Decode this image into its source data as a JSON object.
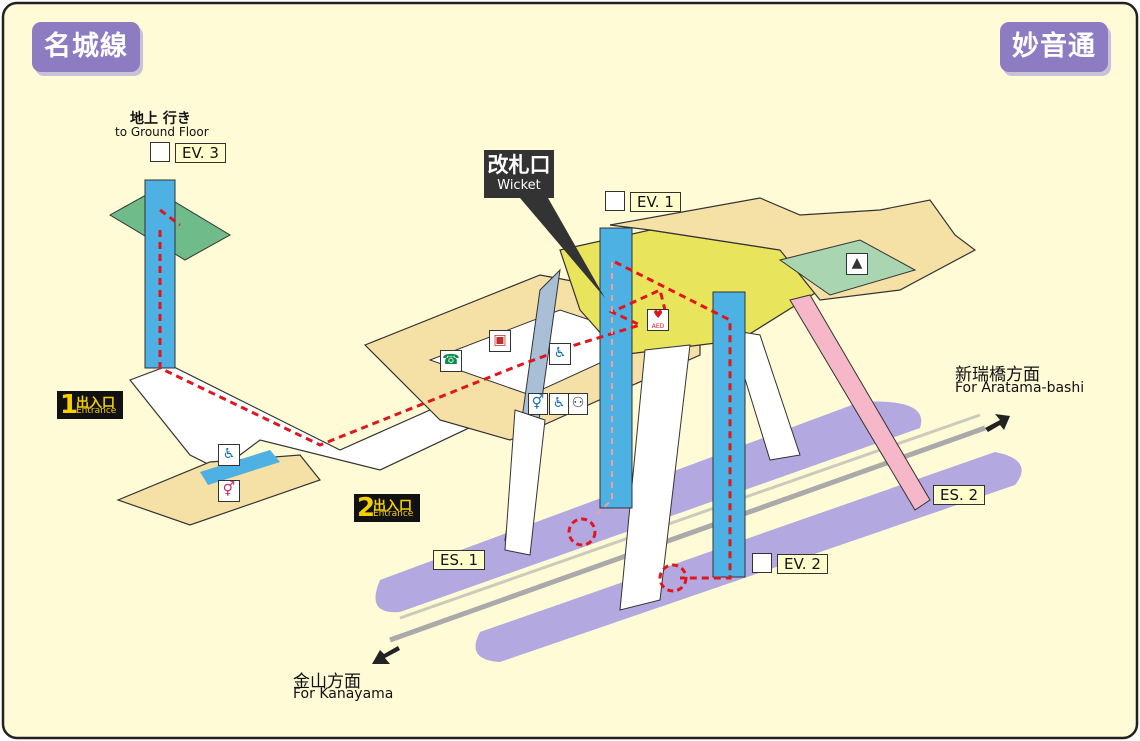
{
  "lines": {
    "left": "名城線",
    "right": "妙音通"
  },
  "ground": {
    "jp": "地上 行き",
    "en": "to Ground Floor"
  },
  "elevators": {
    "ev1": "EV. 1",
    "ev2": "EV. 2",
    "ev3": "EV. 3"
  },
  "escalators": {
    "es1": "ES. 1",
    "es2": "ES. 2"
  },
  "wicket": {
    "jp": "改札口",
    "en": "Wicket"
  },
  "entrances": [
    {
      "num": "1",
      "jp": "出入口",
      "en": "Entrance"
    },
    {
      "num": "2",
      "jp": "出入口",
      "en": "Entrance"
    }
  ],
  "directions": {
    "right": {
      "jp": "新瑞橋方面",
      "en": "For Aratama-bashi"
    },
    "left": {
      "jp": "金山方面",
      "en": "For Kanayama"
    }
  },
  "aed": "AED",
  "colors": {
    "background": "#fffbd6",
    "badge": "#8e7cc3",
    "elevator": "#4db1e3",
    "concourse": "#f5e0a6",
    "paid_area": "#e8e45c",
    "platform": "#b4a8e0",
    "route": "#e0161d",
    "escalator_es2": "#f6b7c9",
    "escalator_es1": "#a9bfd6"
  },
  "icons": [
    "elevator-icon",
    "phone-icon",
    "ticket-machine-icon",
    "wheelchair-icon",
    "restroom-icon",
    "aed-icon",
    "station-office-icon"
  ]
}
